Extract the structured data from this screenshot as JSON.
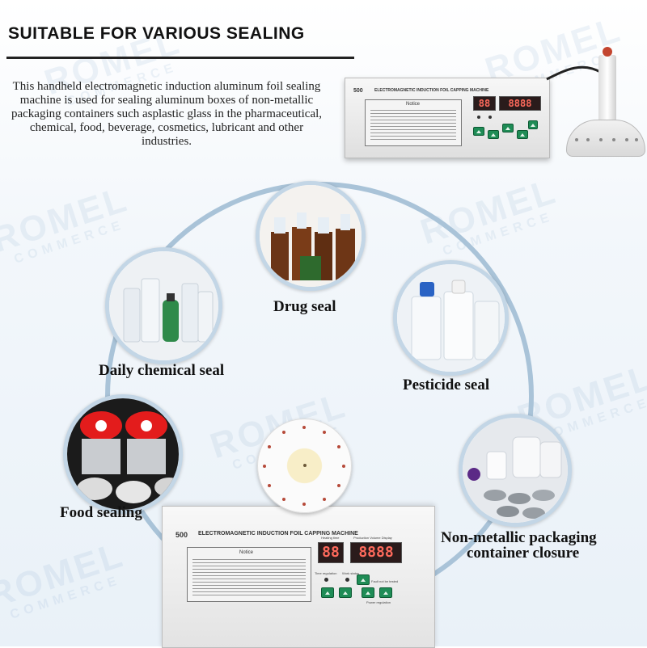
{
  "heading": "SUITABLE FOR VARIOUS SEALING",
  "description": "This handheld electromagnetic induction aluminum foil sealing machine is used for sealing aluminum boxes of non-metallic packaging containers such asplastic glass in the pharmaceutical, chemical, food, beverage, cosmetics, lubricant and other industries.",
  "watermark": {
    "brand": "ROMEL",
    "sub": "COMMERCE"
  },
  "labels": {
    "drug": "Drug seal",
    "daily": "Daily chemical seal",
    "pesticide": "Pesticide seal",
    "food": "Food sealing",
    "nonmetal_1": "Non-metallic packaging",
    "nonmetal_2": "container closure"
  },
  "machine": {
    "model": "500",
    "title": "ELECTROMAGNETIC INDUCTION FOIL CAPPING MACHINE",
    "notice": "Notice",
    "heating_time": "Heating time",
    "production_display": "Production Volume Display",
    "time_regulation": "Time regulation",
    "work_status": "Work status",
    "fault": "Fault not be tested",
    "power_regulation": "Power regulation",
    "display_left": "88",
    "display_right": "8888"
  },
  "colors": {
    "ring": "#c3d6e6",
    "button": "#1f8c56",
    "display_text": "#ff6a5c"
  }
}
